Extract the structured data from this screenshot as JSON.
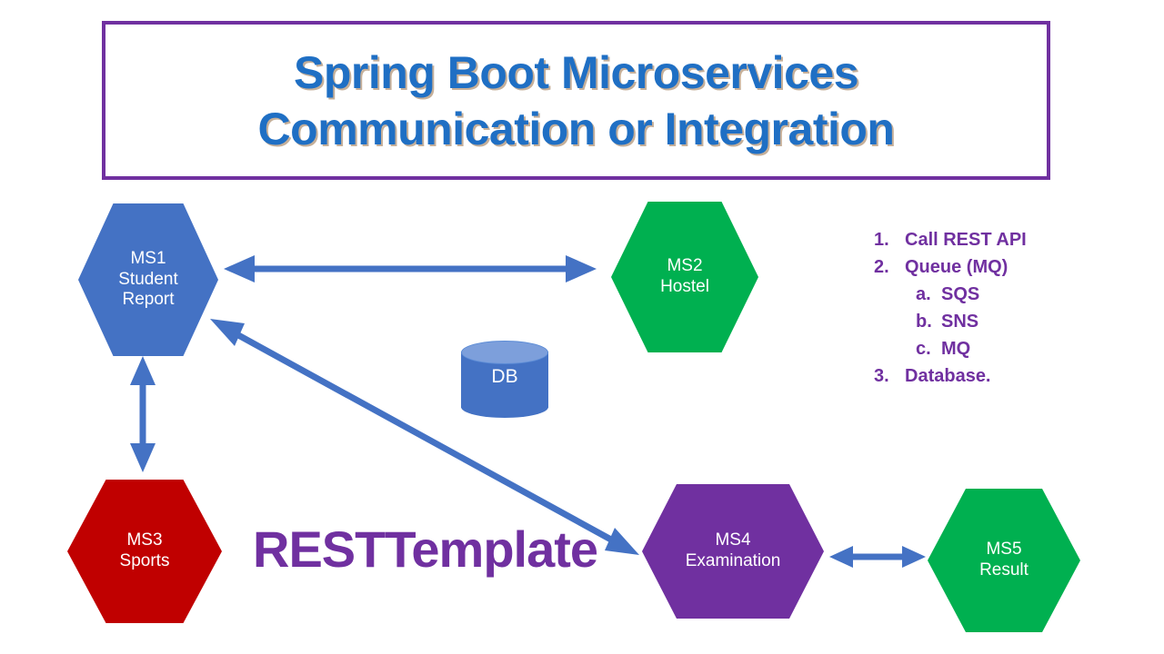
{
  "slide": {
    "background_color": "#FFFFFF",
    "title_box": {
      "border_color": "#7030A0",
      "line1": "Spring Boot Microservices",
      "line2": "Communication or Integration",
      "text_color": "#1F6FC4"
    },
    "caption": {
      "text": "RESTTemplate",
      "color": "#7030A0"
    }
  },
  "nodes": [
    {
      "id": "MS1",
      "label": "MS1\nStudent\nReport",
      "shape": "hexagon",
      "color": "#4472C4"
    },
    {
      "id": "MS2",
      "label": "MS2\nHostel",
      "shape": "hexagon",
      "color": "#00B050"
    },
    {
      "id": "MS3",
      "label": "MS3\nSports",
      "shape": "hexagon",
      "color": "#C00000"
    },
    {
      "id": "MS4",
      "label": "MS4\nExamination",
      "shape": "hexagon",
      "color": "#7030A0"
    },
    {
      "id": "MS5",
      "label": "MS5\nResult",
      "shape": "hexagon",
      "color": "#00B050"
    },
    {
      "id": "DB",
      "label": "DB",
      "shape": "cylinder",
      "color": "#4472C4"
    }
  ],
  "connections": [
    {
      "from": "MS1",
      "to": "MS2",
      "style": "double-arrow",
      "color": "#4472C4"
    },
    {
      "from": "MS1",
      "to": "MS3",
      "style": "double-arrow",
      "color": "#4472C4"
    },
    {
      "from": "MS1",
      "to": "MS4",
      "style": "double-arrow",
      "color": "#4472C4"
    },
    {
      "from": "MS4",
      "to": "MS5",
      "style": "double-arrow",
      "color": "#4472C4"
    }
  ],
  "options": {
    "color": "#7030A0",
    "items": [
      {
        "marker": "1.",
        "text": "Call REST API",
        "level": 1
      },
      {
        "marker": "2.",
        "text": "Queue (MQ)",
        "level": 1
      },
      {
        "marker": "a.",
        "text": "SQS",
        "level": 2
      },
      {
        "marker": "b.",
        "text": "SNS",
        "level": 2
      },
      {
        "marker": "c.",
        "text": "MQ",
        "level": 2
      },
      {
        "marker": "3.",
        "text": "Database.",
        "level": 1
      }
    ]
  }
}
